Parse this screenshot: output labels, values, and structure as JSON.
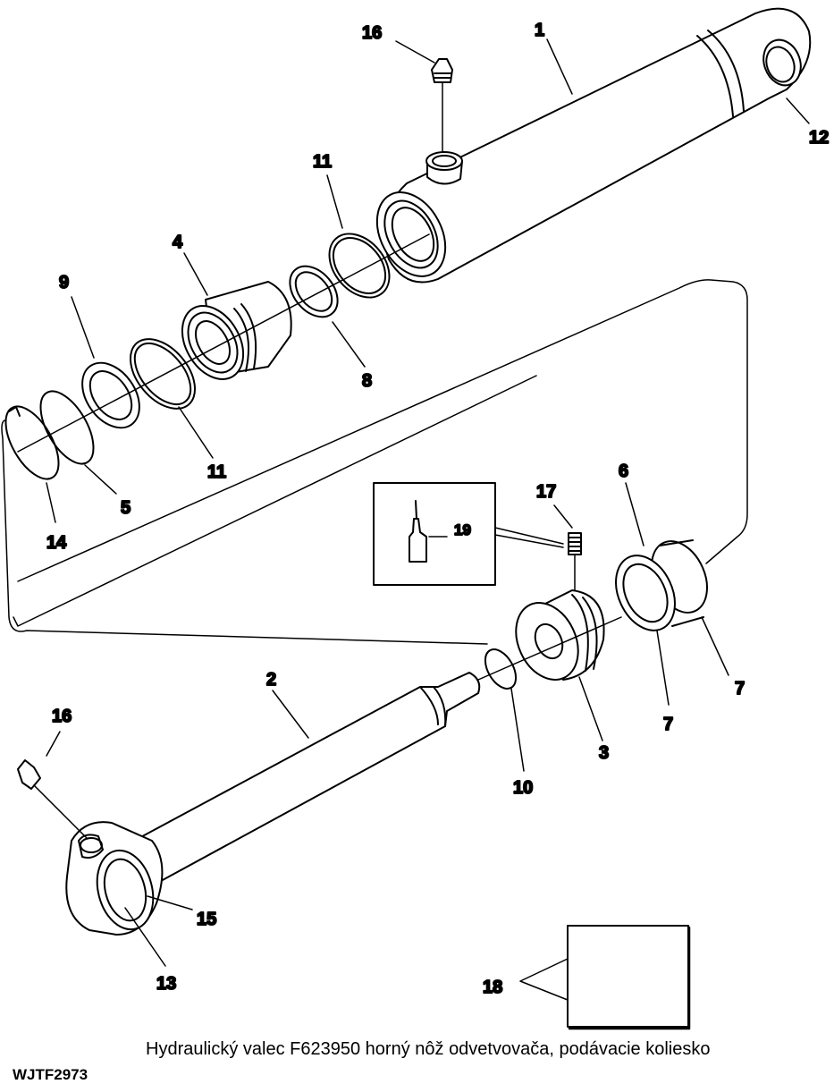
{
  "caption": "Hydraulický valec F623950 horný nôž odvetvovača, podávacie koliesko",
  "figure_code": "WJTF2973",
  "callouts": {
    "c16a": "16",
    "c1": "1",
    "c12": "12",
    "c11a": "11",
    "c4": "4",
    "c9": "9",
    "c8": "8",
    "c11b": "11",
    "c5": "5",
    "c14": "14",
    "c17": "17",
    "c19": "19",
    "c6": "6",
    "c7a": "7",
    "c7b": "7",
    "c2": "2",
    "c3": "3",
    "c10": "10",
    "c16b": "16",
    "c15": "15",
    "c13": "13",
    "c18": "18"
  }
}
